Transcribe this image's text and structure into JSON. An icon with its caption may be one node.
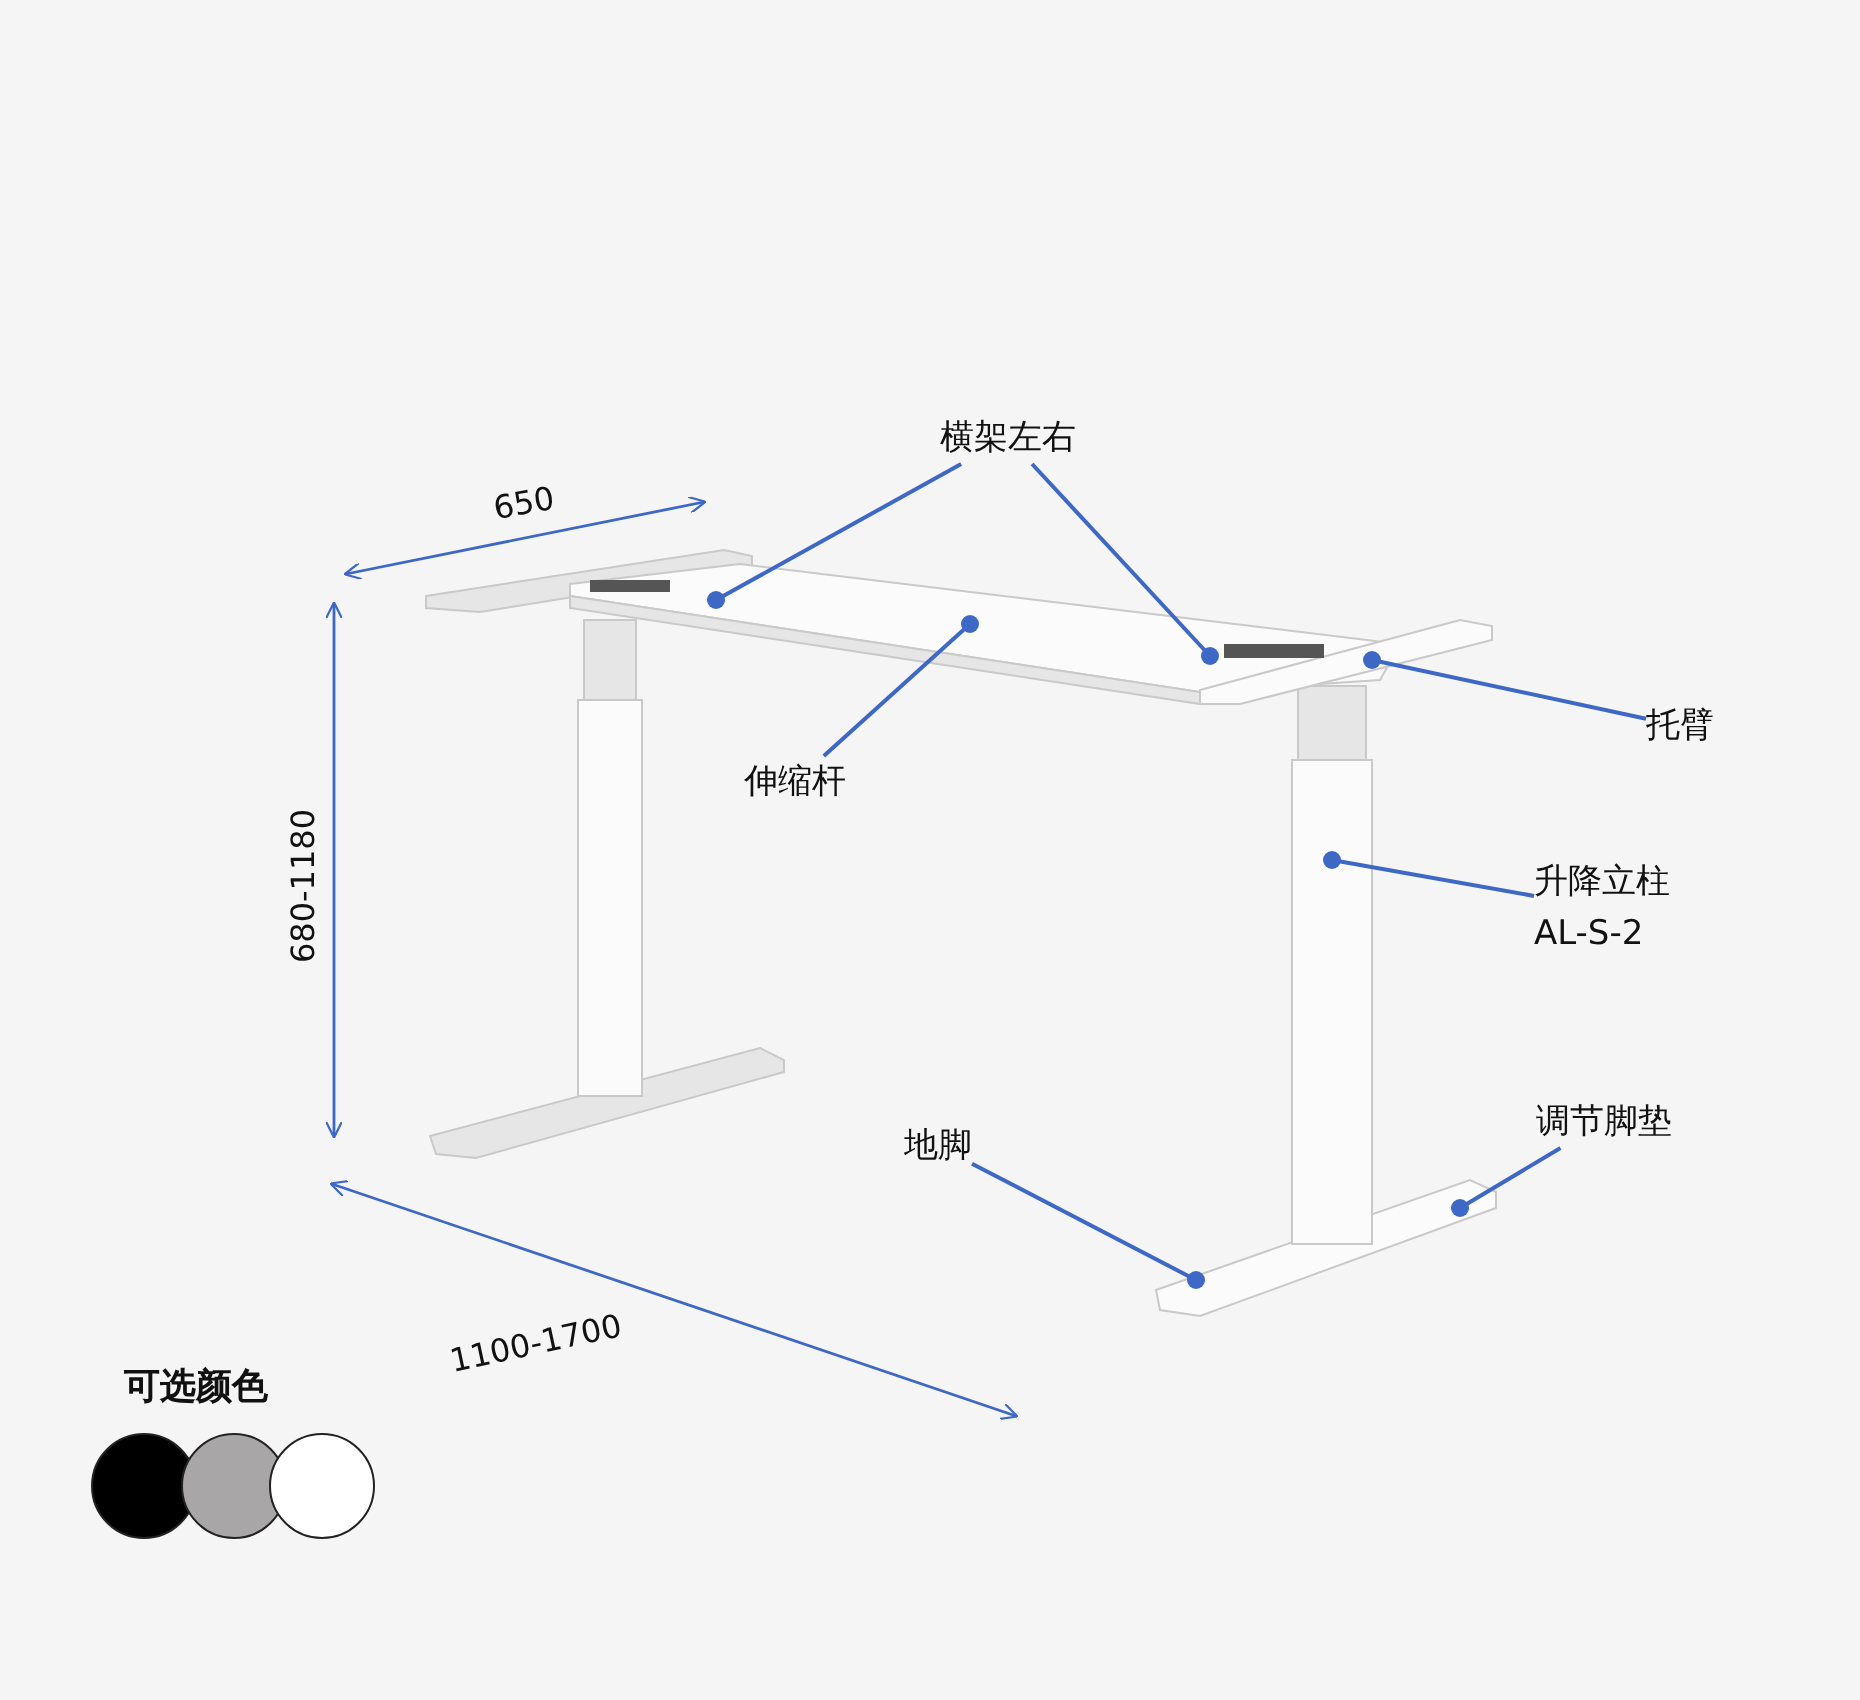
{
  "diagram": {
    "nodes": [
      {
        "text": [
          "横架左右"
        ]
      },
      {
        "text": [
          "托臂"
        ]
      },
      {
        "text": [
          "伸缩杆"
        ]
      },
      {
        "text": [
          "升降立柱",
          "AL-S-2"
        ]
      },
      {
        "text": [
          "地脚"
        ]
      },
      {
        "text": [
          "调节脚垫"
        ]
      }
    ],
    "edges": [
      {
        "from": 0,
        "to": null,
        "arrow": "other"
      },
      {
        "from": 0,
        "to": null,
        "arrow": "other"
      },
      {
        "from": 1,
        "to": null,
        "arrow": "other"
      },
      {
        "from": 2,
        "to": null,
        "arrow": "other"
      },
      {
        "from": 3,
        "to": null,
        "arrow": "other"
      },
      {
        "from": 4,
        "to": null,
        "arrow": "other"
      },
      {
        "from": 5,
        "to": null,
        "arrow": "other"
      }
    ],
    "labels": [
      "650",
      "680-1180",
      "1100-1700",
      "可选颜色"
    ]
  }
}
